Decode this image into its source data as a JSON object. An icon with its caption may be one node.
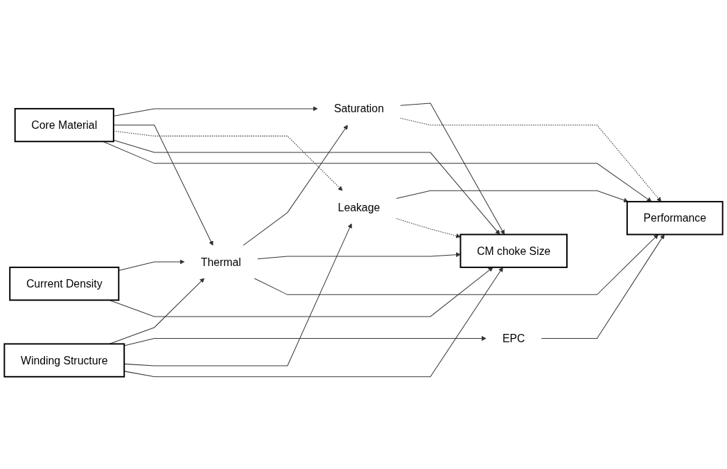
{
  "diagram": {
    "nodes": [
      {
        "text": [
          "Core Material"
        ]
      },
      {
        "text": [
          "Current Density"
        ]
      },
      {
        "text": [
          "Winding Structure"
        ]
      },
      {
        "text": [
          "Saturation"
        ]
      },
      {
        "text": [
          "Thermal"
        ]
      },
      {
        "text": [
          "EPC"
        ]
      },
      {
        "text": [
          "Leakage"
        ]
      },
      {
        "text": [
          "CM choke Size"
        ]
      },
      {
        "text": [
          "Performance"
        ]
      }
    ],
    "edges": [
      {
        "from": 0,
        "to": 3,
        "arrow": "to"
      },
      {
        "from": 0,
        "to": 4,
        "arrow": "to"
      },
      {
        "from": 0,
        "to": 6,
        "arrow": "to",
        "style": "dashed"
      },
      {
        "from": 0,
        "to": 7,
        "arrow": "to"
      },
      {
        "from": 0,
        "to": 8,
        "arrow": "to"
      },
      {
        "from": 1,
        "to": 4,
        "arrow": "to"
      },
      {
        "from": 1,
        "to": 7,
        "arrow": "to"
      },
      {
        "from": 2,
        "to": 4,
        "arrow": "to"
      },
      {
        "from": 2,
        "to": 5,
        "arrow": "to"
      },
      {
        "from": 2,
        "to": 6,
        "arrow": "to"
      },
      {
        "from": 2,
        "to": 7,
        "arrow": "to"
      },
      {
        "from": 4,
        "to": 3,
        "arrow": "to"
      },
      {
        "from": 3,
        "to": 7,
        "arrow": "to"
      },
      {
        "from": 3,
        "to": 8,
        "arrow": "to",
        "style": "dashed"
      },
      {
        "from": 4,
        "to": 7,
        "arrow": "to"
      },
      {
        "from": 4,
        "to": 8,
        "arrow": "to"
      },
      {
        "from": 5,
        "to": 8,
        "arrow": "to"
      },
      {
        "from": 6,
        "to": 8,
        "arrow": "to"
      },
      {
        "from": 6,
        "to": 7,
        "arrow": "to",
        "style": "dashed"
      }
    ]
  }
}
